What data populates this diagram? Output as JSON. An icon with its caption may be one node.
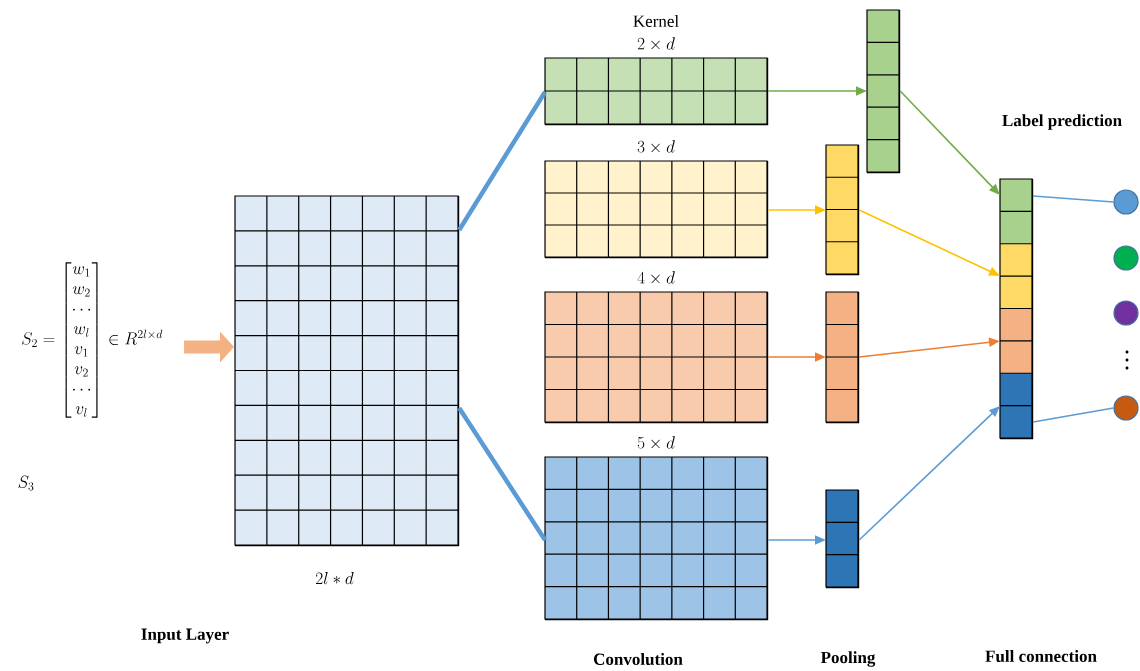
{
  "diagram": {
    "nodes": [
      {
        "text": [
          "S_2 = \\begin{bmatrix} w_1 \\\\ w_2 \\\\ \\cdots \\\\ w_l \\\\ v_1 \\\\ v_2 \\\\ \\cdots \\\\ v_l \\end{bmatrix} \\in R^{2l \\times d}"
        ]
      },
      {
        "text": [],
        "shape": "box",
        "beside": [
          "2l*d"
        ]
      },
      {
        "text": [
          "Kernel",
          "2 \\times d"
        ]
      },
      {
        "text": [
          "3 \\times d"
        ]
      },
      {
        "text": [
          "4 \\times d"
        ]
      },
      {
        "text": [
          "5 \\times d"
        ]
      },
      {
        "text": [],
        "shape": "box"
      },
      {
        "text": [],
        "shape": "box"
      },
      {
        "text": [],
        "shape": "box"
      },
      {
        "text": [],
        "shape": "box"
      },
      {
        "text": [],
        "shape": "box"
      },
      {
        "text": [],
        "shape": "circle"
      },
      {
        "text": [],
        "shape": "circle"
      },
      {
        "text": [],
        "shape": "circle"
      },
      {
        "text": [],
        "shape": "circle"
      }
    ],
    "edges": [
      {
        "from": 0,
        "to": 1,
        "arrow": "to",
        "style": "thick",
        "color": "#f4b183"
      },
      {
        "from": 1,
        "to": 2,
        "arrow": "none",
        "style": "thick"
      },
      {
        "from": 1,
        "to": 5,
        "arrow": "none",
        "style": "thick"
      },
      {
        "from": 2,
        "to": 6,
        "arrow": "to",
        "color": "#70ad47"
      },
      {
        "from": 3,
        "to": 7,
        "arrow": "to",
        "color": "#ffc000"
      },
      {
        "from": 4,
        "to": 8,
        "arrow": "to",
        "color": "#ed7d31"
      },
      {
        "from": 5,
        "to": 9,
        "arrow": "to"
      },
      {
        "from": 6,
        "to": 10,
        "arrow": "to",
        "color": "#70ad47"
      },
      {
        "from": 7,
        "to": 10,
        "arrow": "to",
        "color": "#ffc000"
      },
      {
        "from": 8,
        "to": 10,
        "arrow": "to",
        "color": "#ed7d31"
      },
      {
        "from": 9,
        "to": 10,
        "arrow": "to"
      },
      {
        "from": 10,
        "to": 11,
        "arrow": "none"
      },
      {
        "from": 10,
        "to": 14,
        "arrow": "none"
      }
    ],
    "labels": [
      "Label prediction",
      "S_3",
      "Input Layer",
      "Convolution",
      "Pooling",
      "Full connection"
    ]
  }
}
